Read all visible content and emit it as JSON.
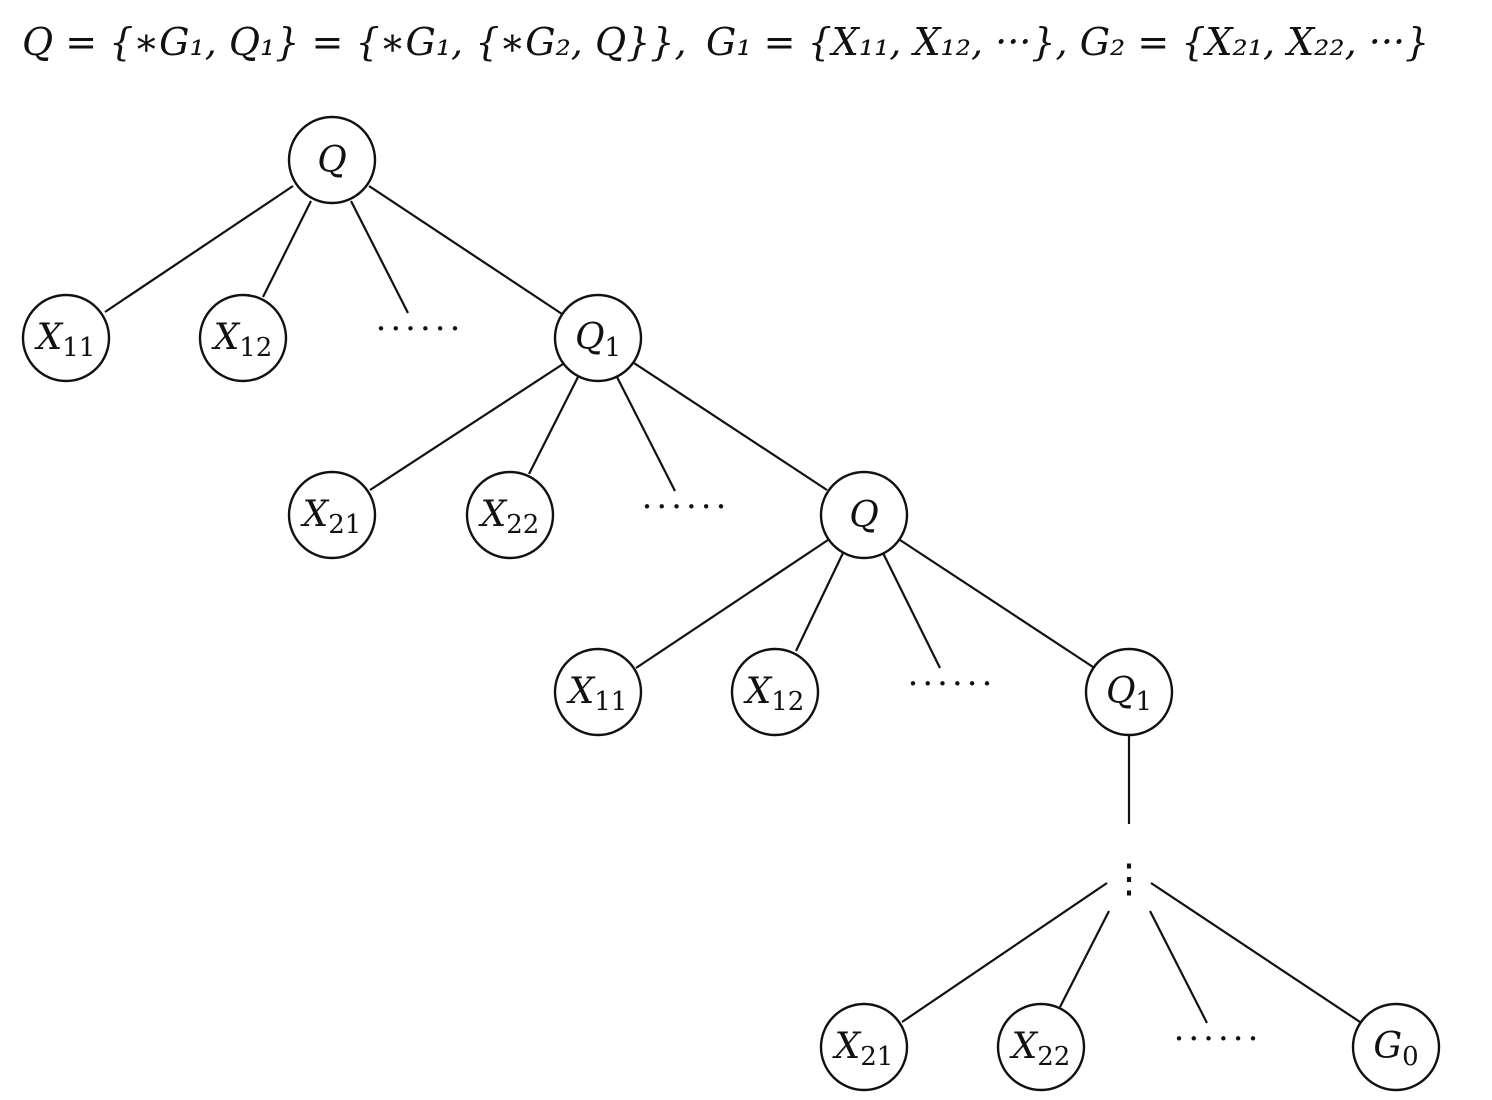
{
  "formula": {
    "recursive_definition": "Q = {∗G₁, Q₁} = {∗G₁, {∗G₂, Q}},",
    "group_definition": "G₁ = {X₁₁, X₁₂, ···}, G₂ = {X₂₁, X₂₂, ···}"
  },
  "nodes": {
    "root": {
      "base": "Q",
      "sub": ""
    },
    "l1_x11": {
      "base": "X",
      "sub": "11"
    },
    "l1_x12": {
      "base": "X",
      "sub": "12"
    },
    "l1_q1": {
      "base": "Q",
      "sub": "1"
    },
    "l2_x21": {
      "base": "X",
      "sub": "21"
    },
    "l2_x22": {
      "base": "X",
      "sub": "22"
    },
    "l2_q": {
      "base": "Q",
      "sub": ""
    },
    "l3_x11": {
      "base": "X",
      "sub": "11"
    },
    "l3_x12": {
      "base": "X",
      "sub": "12"
    },
    "l3_q1": {
      "base": "Q",
      "sub": "1"
    },
    "l4_x21": {
      "base": "X",
      "sub": "21"
    },
    "l4_x22": {
      "base": "X",
      "sub": "22"
    },
    "l4_g0": {
      "base": "G",
      "sub": "0"
    }
  },
  "ellipsis": "······",
  "vdots": "⋮"
}
